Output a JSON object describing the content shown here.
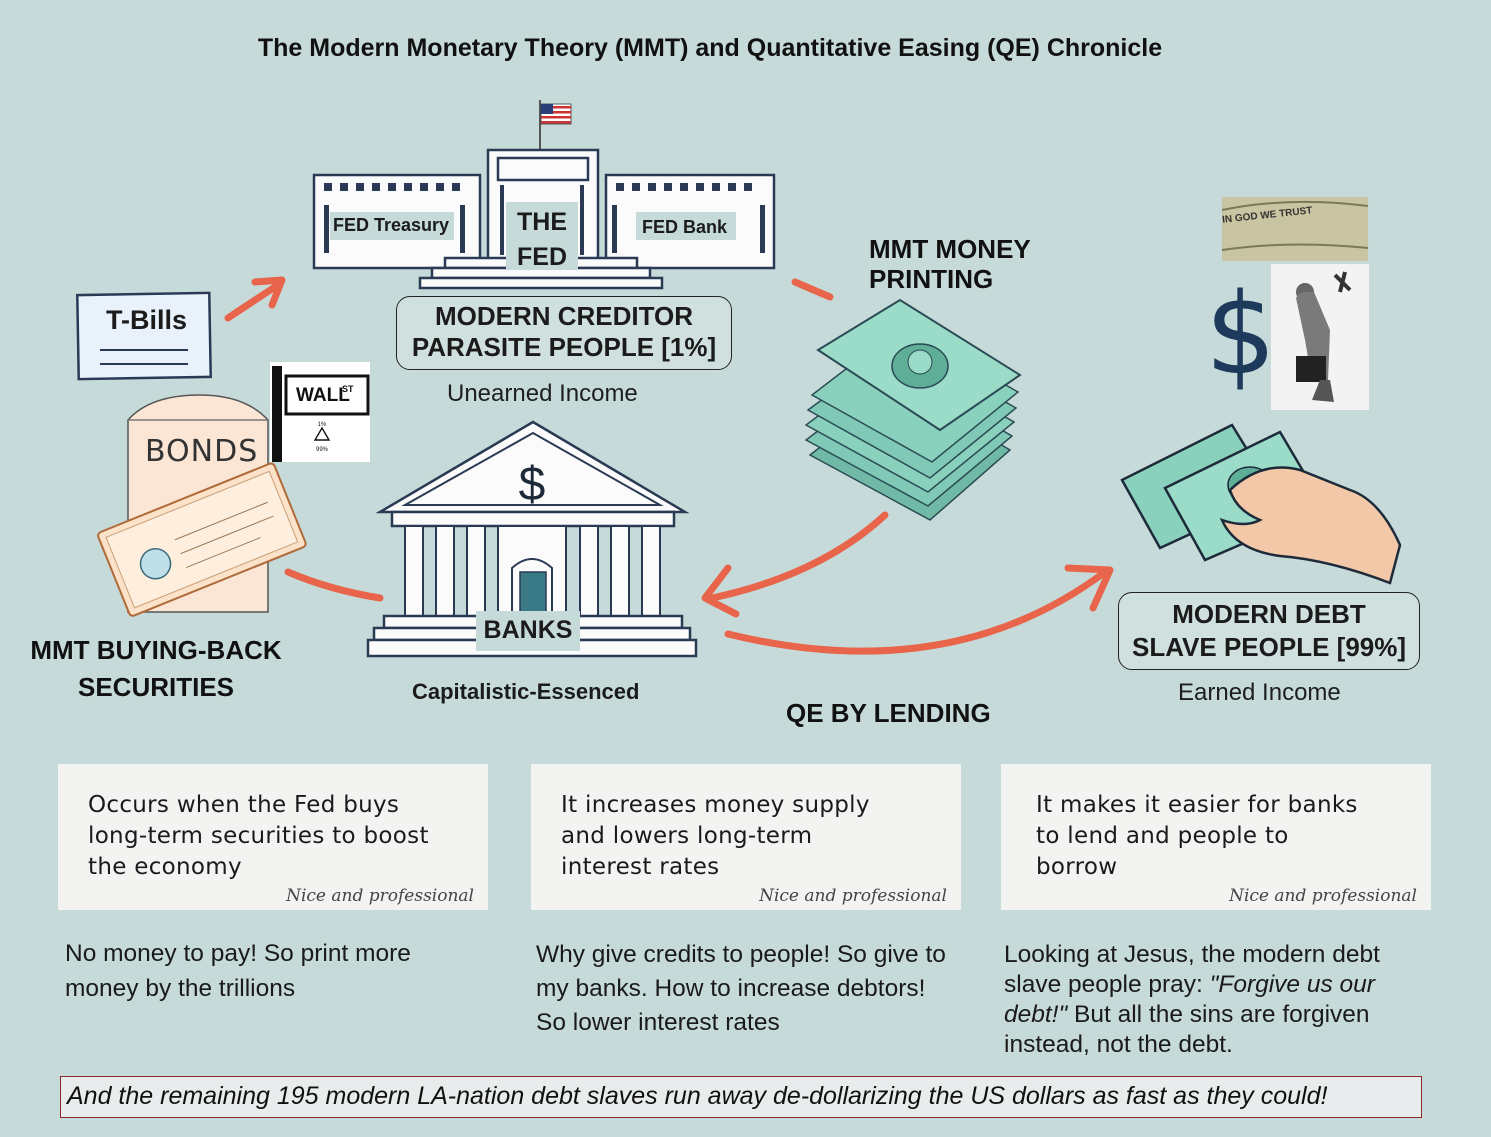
{
  "title": "The Modern Monetary Theory (MMT) and Quantitative Easing (QE) Chronicle",
  "fed": {
    "treasury_label": "FED Treasury",
    "center_label_line1": "THE",
    "center_label_line2": "FED",
    "bank_label": "FED Bank"
  },
  "creditor": {
    "line1": "MODERN CREDITOR",
    "line2": "PARASITE PEOPLE [1%]",
    "income": "Unearned Income"
  },
  "printing": {
    "line1": "MMT MONEY",
    "line2": "PRINTING"
  },
  "tbills_label": "T-Bills",
  "bonds_label": "BONDS",
  "wallst": {
    "sign": "WALL",
    "sup": "ST",
    "small1": "1%",
    "small2": "99%"
  },
  "buyback": {
    "line1": "MMT BUYING-BACK",
    "line2": "SECURITIES"
  },
  "banks": {
    "label": "BANKS",
    "sub": "Capitalistic-Essenced",
    "symbol": "$"
  },
  "qe_label": "QE BY LENDING",
  "debtor": {
    "line1": "MODERN DEBT",
    "line2": "SLAVE PEOPLE [99%]",
    "income": "Earned Income",
    "dollar": "$",
    "motto": "IN GOD WE TRUST"
  },
  "cards": [
    {
      "text": "Occurs when the Fed buys long-term securities to boost the economy",
      "sign": "Nice and professional"
    },
    {
      "text": "It increases money supply and lowers long-term interest rates",
      "sign": "Nice and professional"
    },
    {
      "text": "It makes it easier for banks to lend and people to borrow",
      "sign": "Nice and professional"
    }
  ],
  "notes": {
    "left": "No money to pay! So print more money by the trillions",
    "middle": "Why give credits to people! So give to  my banks. How to increase debtors! So lower interest rates",
    "right_a": "Looking at Jesus, the modern debt slave people pray: ",
    "right_quote": "\"Forgive us our debt!\"",
    "right_b": " But all the sins are forgiven instead, not the debt."
  },
  "footer": "And the remaining 195 modern LA-nation debt slaves run away de-dollarizing the US dollars as fast as they could!",
  "colors": {
    "background": "#c6dbd9",
    "arrow": "#e8644a",
    "money": "#7fc9b6",
    "ink": "#1d3a5c"
  }
}
